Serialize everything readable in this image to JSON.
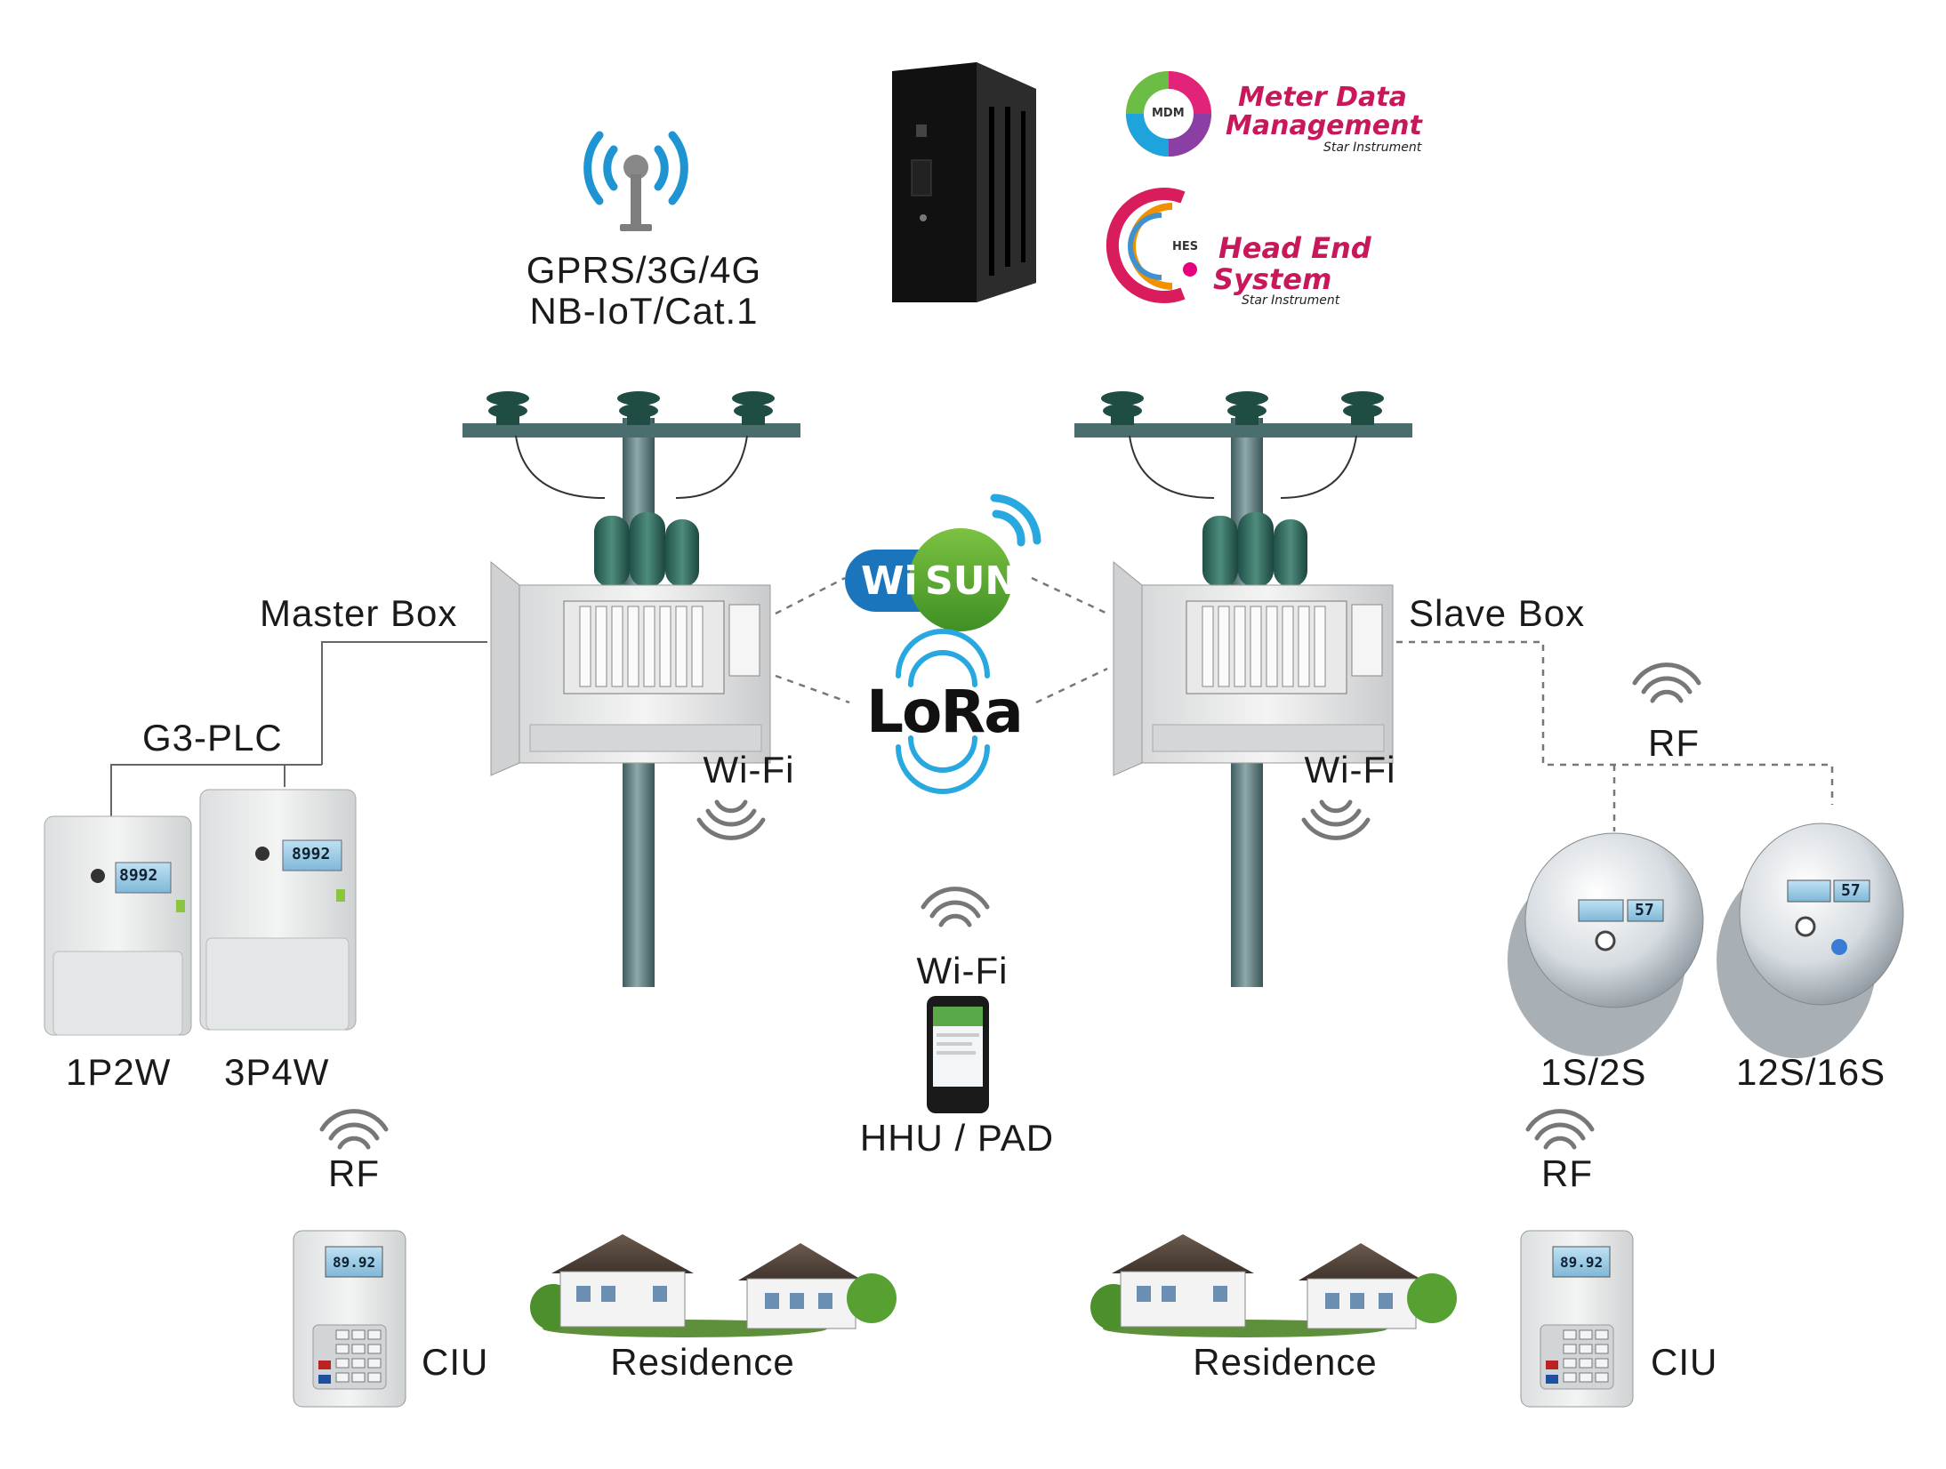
{
  "network": {
    "cellular_line1": "GPRS/3G/4G",
    "cellular_line2": "NB-IoT/Cat.1"
  },
  "software": {
    "mdm_badge": "MDM",
    "mdm_line1": "Meter Data",
    "mdm_line2": "Management",
    "mdm_vendor": "Star Instrument",
    "hes_badge": "HES",
    "hes_line1": "Head End",
    "hes_line2": "System",
    "hes_vendor": "Star Instrument",
    "brand_color": "#c8175a"
  },
  "mesh": {
    "wisun_left": "Wi",
    "wisun_right": "SUN",
    "lora": "LoRa"
  },
  "boxes": {
    "master": "Master Box",
    "slave": "Slave Box"
  },
  "links": {
    "plc": "G3-PLC",
    "rf_top": "RF",
    "wifi_left": "Wi-Fi",
    "wifi_right": "Wi-Fi",
    "wifi_hhu": "Wi-Fi",
    "rf_left": "RF",
    "rf_right": "RF"
  },
  "meters": {
    "m1": "1P2W",
    "m2": "3P4W",
    "m3": "1S/2S",
    "m4": "12S/16S",
    "lcd_value": "8992",
    "lcd_value_round": "57"
  },
  "devices": {
    "hhu": "HHU / PAD",
    "ciu_left": "CIU",
    "ciu_right": "CIU",
    "ciu_lcd": "89.92",
    "residence_left": "Residence",
    "residence_right": "Residence"
  },
  "icons": [
    "tower-icon",
    "server-icon",
    "wifi-icon",
    "meter-icon",
    "house-icon",
    "phone-icon",
    "keypad-icon"
  ]
}
